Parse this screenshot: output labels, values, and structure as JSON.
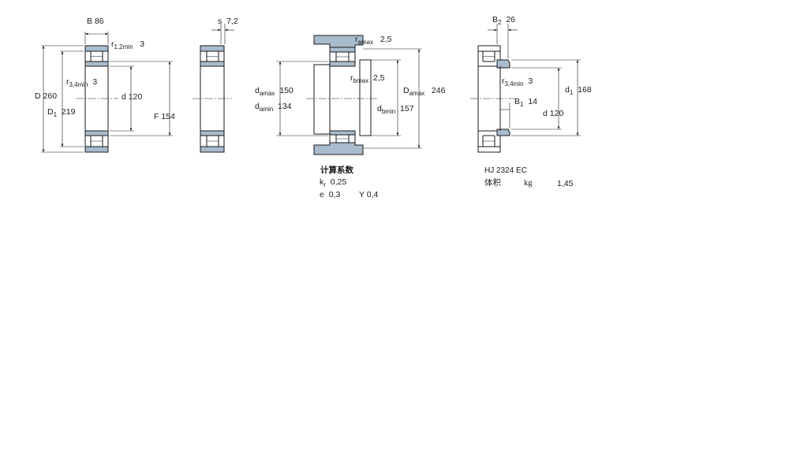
{
  "colors": {
    "housing": "#a9bccd",
    "line": "#1a1a1a",
    "part": "#ffffff"
  },
  "fig1": {
    "B": {
      "sym": "B",
      "val": "86"
    },
    "r12": {
      "sym": "r",
      "sub": "1,2min",
      "val": "3"
    },
    "r34": {
      "sym": "r",
      "sub": "3,4min",
      "val": "3"
    },
    "D": {
      "sym": "D",
      "val": "260"
    },
    "D1": {
      "sym": "D",
      "sub": "1",
      "val": "219"
    },
    "d": {
      "sym": "d",
      "val": "120"
    },
    "F": {
      "sym": "F",
      "val": "154"
    }
  },
  "fig2": {
    "s": {
      "sym": "s",
      "val": "7,2"
    }
  },
  "fig3": {
    "ra": {
      "sym": "r",
      "sub": "amax",
      "val": "2,5"
    },
    "rb": {
      "sym": "r",
      "sub": "bmax",
      "val": "2,5"
    },
    "damax": {
      "sym": "d",
      "sub": "amax",
      "val": "150"
    },
    "damin": {
      "sym": "d",
      "sub": "amin",
      "val": "134"
    },
    "Damax": {
      "sym": "D",
      "sub": "amax",
      "val": "246"
    },
    "dbmin": {
      "sym": "d",
      "sub": "bmin",
      "val": "157"
    }
  },
  "calc": {
    "heading": "计算系数",
    "kr": {
      "sym": "k",
      "sub": "r",
      "val": "0,25"
    },
    "e": {
      "sym": "e",
      "val": "0,3"
    },
    "Y": {
      "sym": "Y",
      "val": "0,4"
    }
  },
  "fig4": {
    "B2": {
      "sym": "B",
      "sub": "2",
      "val": "26"
    },
    "r34": {
      "sym": "r",
      "sub": "3,4min",
      "val": "3"
    },
    "B1": {
      "sym": "B",
      "sub": "1",
      "val": "14"
    },
    "d1": {
      "sym": "d",
      "sub": "1",
      "val": "168"
    },
    "d": {
      "sym": "d",
      "val": "120"
    },
    "ring_name": "HJ 2324 EC",
    "mass_label": "体积",
    "mass_unit": "kg",
    "mass_value": "1,45"
  }
}
